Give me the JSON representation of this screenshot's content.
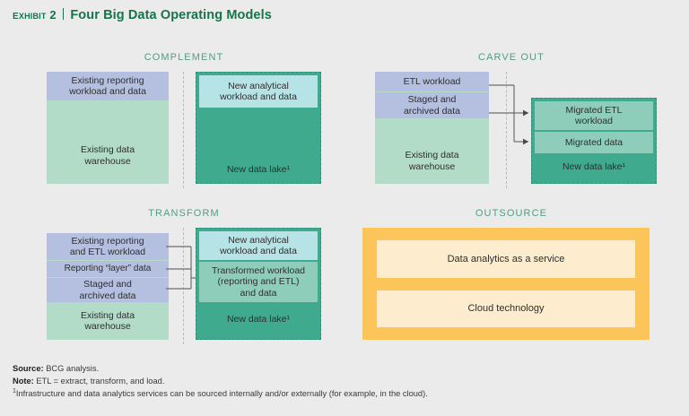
{
  "title": {
    "label": "Exhibit 2",
    "main": "Four Big Data Operating Models"
  },
  "colors": {
    "background": "#ebebeb",
    "heading_green": "#4f9e87",
    "title_green": "#16734a",
    "warehouse_green": "#b2dcc8",
    "lake_green": "#3faa8e",
    "lake_border": "#2f8f76",
    "band_blue": "#b5bfdf",
    "band_cyan": "#b6e3e6",
    "band_sage": "#8fcdbb",
    "outsource_amber": "#fbc55a",
    "outsource_cream": "#fdeccd",
    "divider_gray": "#b9b9b9",
    "arrow_gray": "#6e6e6e"
  },
  "quadrants": [
    {
      "id": "complement",
      "heading": "COMPLEMENT",
      "left": {
        "name": "existing-data-warehouse",
        "base_label": "Existing data\nwarehouse",
        "bands": [
          {
            "label": "Existing reporting\nworkload and data",
            "style": "blue"
          }
        ]
      },
      "right": {
        "name": "new-data-lake",
        "base_label": "New data lake¹",
        "bands": [
          {
            "label": "New analytical\nworkload and data",
            "style": "cyan"
          }
        ]
      },
      "arrows": []
    },
    {
      "id": "carve-out",
      "heading": "CARVE OUT",
      "left": {
        "name": "existing-data-warehouse",
        "base_label": "Existing data\nwarehouse",
        "bands": [
          {
            "label": "ETL workload",
            "style": "blue"
          },
          {
            "label": "Staged and\narchived data",
            "style": "blue"
          }
        ]
      },
      "right": {
        "name": "new-data-lake",
        "base_label": "New data lake¹",
        "bands": [
          {
            "label": "Migrated ETL\nworkload",
            "style": "sage"
          },
          {
            "label": "Migrated data",
            "style": "sage"
          }
        ]
      },
      "arrows": [
        {
          "from": "ETL workload",
          "to": "Migrated ETL workload"
        },
        {
          "from": "Staged and archived data",
          "to": "Migrated data"
        }
      ]
    },
    {
      "id": "transform",
      "heading": "TRANSFORM",
      "left": {
        "name": "existing-data-warehouse",
        "base_label": "Existing data\nwarehouse",
        "bands": [
          {
            "label": "Existing reporting\nand ETL workload",
            "style": "blue"
          },
          {
            "label": "Reporting “layer” data",
            "style": "blue"
          },
          {
            "label": "Staged and\narchived data",
            "style": "blue"
          }
        ]
      },
      "right": {
        "name": "new-data-lake",
        "base_label": "New data lake¹",
        "bands": [
          {
            "label": "New analytical\nworkload and data",
            "style": "cyan"
          },
          {
            "label": "Transformed workload\n(reporting and ETL)\nand data",
            "style": "sage"
          }
        ]
      },
      "arrows": [
        {
          "from": "Existing reporting and ETL workload",
          "to": "Transformed workload (reporting and ETL) and data"
        },
        {
          "from": "Reporting “layer” data",
          "to": "Transformed workload (reporting and ETL) and data"
        },
        {
          "from": "Staged and archived data",
          "to": "Transformed workload (reporting and ETL) and data"
        }
      ]
    },
    {
      "id": "outsource",
      "heading": "OUTSOURCE",
      "items": [
        {
          "label": "Data analytics as a service"
        },
        {
          "label": "Cloud technology"
        }
      ]
    }
  ],
  "footnotes": {
    "source_label": "Source:",
    "source_text": " BCG analysis.",
    "note_label": "Note:",
    "note_text": " ETL = extract, transform, and load.",
    "marker": "1",
    "footnote_text": "Infrastructure and data analytics services can be sourced internally and/or externally (for example, in the cloud)."
  }
}
